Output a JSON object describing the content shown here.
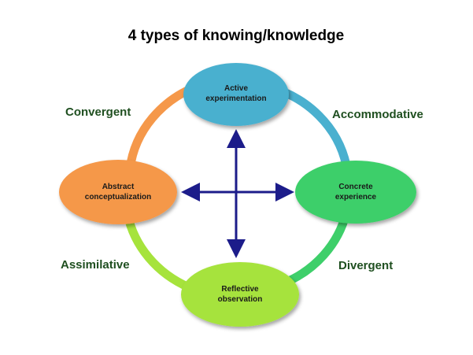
{
  "title": "4 types of knowing/knowledge",
  "nodes": {
    "top": {
      "lines": [
        "Active",
        "experimentation"
      ],
      "color": "#4ab0cf"
    },
    "right": {
      "lines": [
        "Concrete",
        "experience"
      ],
      "color": "#3ecf6a"
    },
    "bottom": {
      "lines": [
        "Reflective",
        "observation"
      ],
      "color": "#a6e33c"
    },
    "left": {
      "lines": [
        "Abstract",
        "conceptualization"
      ],
      "color": "#f5984a"
    }
  },
  "labels": {
    "top_left": "Convergent",
    "top_right": "Accommodative",
    "bottom_right": "Divergent",
    "bottom_left": "Assimilative"
  },
  "colors": {
    "arc_top_left": "#f5984a",
    "arc_top_right": "#4ab0cf",
    "arc_bottom_right": "#3ecf6a",
    "arc_bottom_left": "#a6e33c",
    "axis": "#1c1c8a",
    "label_text": "#1f4f20"
  }
}
